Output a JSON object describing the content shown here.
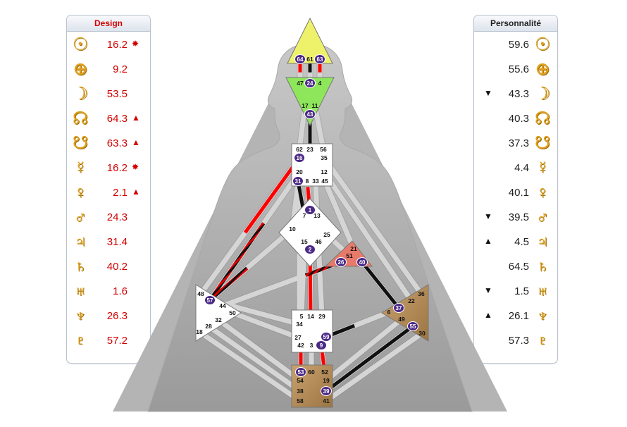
{
  "design": {
    "title": "Design",
    "rows": [
      {
        "icon": "sun-icon",
        "glyph": "☉",
        "value": "16.2",
        "mark": "✸"
      },
      {
        "icon": "earth-icon",
        "glyph": "⊕",
        "value": "9.2",
        "mark": ""
      },
      {
        "icon": "moon-icon",
        "glyph": "☽",
        "value": "53.5",
        "mark": ""
      },
      {
        "icon": "north-node-icon",
        "glyph": "☊",
        "value": "64.3",
        "mark": "▲"
      },
      {
        "icon": "south-node-icon",
        "glyph": "☋",
        "value": "63.3",
        "mark": "▲"
      },
      {
        "icon": "mercury-icon",
        "glyph": "☿",
        "value": "16.2",
        "mark": "✸"
      },
      {
        "icon": "venus-icon",
        "glyph": "♀",
        "value": "2.1",
        "mark": "▲"
      },
      {
        "icon": "mars-icon",
        "glyph": "♂",
        "value": "24.3",
        "mark": ""
      },
      {
        "icon": "jupiter-icon",
        "glyph": "♃",
        "value": "31.4",
        "mark": ""
      },
      {
        "icon": "saturn-icon",
        "glyph": "♄",
        "value": "40.2",
        "mark": ""
      },
      {
        "icon": "uranus-icon",
        "glyph": "♅",
        "value": "1.6",
        "mark": ""
      },
      {
        "icon": "neptune-icon",
        "glyph": "♆",
        "value": "26.3",
        "mark": ""
      },
      {
        "icon": "pluto-icon",
        "glyph": "♇",
        "value": "57.2",
        "mark": ""
      }
    ]
  },
  "personality": {
    "title": "Personnalité",
    "rows": [
      {
        "icon": "sun-icon",
        "glyph": "☉",
        "value": "59.6",
        "mark": ""
      },
      {
        "icon": "earth-icon",
        "glyph": "⊕",
        "value": "55.6",
        "mark": ""
      },
      {
        "icon": "moon-icon",
        "glyph": "☽",
        "value": "43.3",
        "mark": "▼"
      },
      {
        "icon": "north-node-icon",
        "glyph": "☊",
        "value": "40.3",
        "mark": ""
      },
      {
        "icon": "south-node-icon",
        "glyph": "☋",
        "value": "37.3",
        "mark": ""
      },
      {
        "icon": "mercury-icon",
        "glyph": "☿",
        "value": "4.4",
        "mark": ""
      },
      {
        "icon": "venus-icon",
        "glyph": "♀",
        "value": "40.1",
        "mark": ""
      },
      {
        "icon": "mars-icon",
        "glyph": "♂",
        "value": "39.5",
        "mark": "▼"
      },
      {
        "icon": "jupiter-icon",
        "glyph": "♃",
        "value": "4.5",
        "mark": "▲"
      },
      {
        "icon": "saturn-icon",
        "glyph": "♄",
        "value": "64.5",
        "mark": ""
      },
      {
        "icon": "uranus-icon",
        "glyph": "♅",
        "value": "1.5",
        "mark": "▼"
      },
      {
        "icon": "neptune-icon",
        "glyph": "♆",
        "value": "26.1",
        "mark": "▲"
      },
      {
        "icon": "pluto-icon",
        "glyph": "♇",
        "value": "57.3",
        "mark": ""
      }
    ]
  },
  "colors": {
    "design_red": "#d40000",
    "planet_gold": "#e0a020",
    "head_yellow": "#eef26a",
    "ajna_green": "#8ee65a",
    "ego_salmon": "#e87a6a",
    "spleen_brown": "#b58a56",
    "root_brown": "#b58a56",
    "gate_circle": "#4b2a86"
  },
  "bodygraph": {
    "centers": {
      "head": {
        "gates": [
          "64",
          "61",
          "63"
        ],
        "active": [
          "64",
          "63"
        ]
      },
      "ajna": {
        "gates": [
          "47",
          "24",
          "4",
          "17",
          "11",
          "43"
        ],
        "active": [
          "24",
          "43"
        ]
      },
      "throat": {
        "gates": [
          "62",
          "23",
          "56",
          "16",
          "35",
          "20",
          "12",
          "31",
          "8",
          "33",
          "45"
        ],
        "active": [
          "16",
          "31"
        ]
      },
      "g": {
        "gates": [
          "1",
          "7",
          "13",
          "10",
          "25",
          "15",
          "2",
          "46"
        ],
        "active": [
          "1",
          "2"
        ]
      },
      "ego": {
        "gates": [
          "21",
          "51",
          "26",
          "40"
        ],
        "active": [
          "26",
          "40"
        ]
      },
      "spleen": {
        "gates": [
          "48",
          "57",
          "44",
          "50",
          "32",
          "28",
          "18"
        ],
        "active": [
          "57"
        ]
      },
      "solar_plexus": {
        "gates": [
          "36",
          "22",
          "6",
          "37",
          "49",
          "55",
          "30"
        ],
        "active": [
          "37",
          "55"
        ]
      },
      "sacral": {
        "gates": [
          "5",
          "14",
          "29",
          "34",
          "59",
          "27",
          "42",
          "3",
          "9"
        ],
        "active": [
          "59",
          "9"
        ]
      },
      "root": {
        "gates": [
          "53",
          "60",
          "52",
          "54",
          "19",
          "38",
          "39",
          "58",
          "41"
        ],
        "active": [
          "53",
          "39"
        ]
      }
    }
  }
}
